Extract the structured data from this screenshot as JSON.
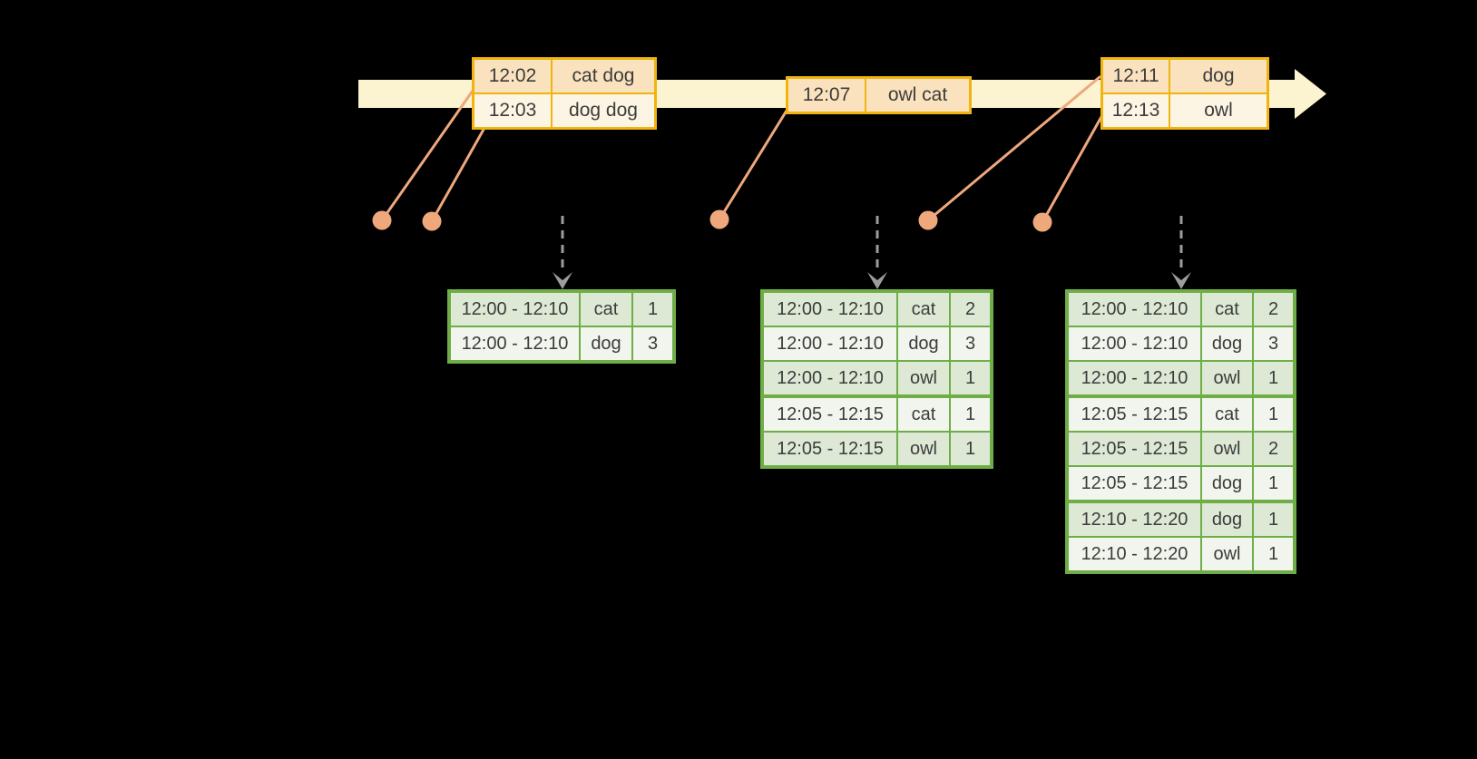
{
  "colors": {
    "background": "#000000",
    "timeline_bar": "#FCF3D0",
    "event_table_border": "#F0B410",
    "event_row_fill": "#FAE2BE",
    "event_row_alt_fill": "#FDF5E3",
    "marker_salmon": "#EFA87C",
    "trigger_arrow_gray": "#9C9C9C",
    "result_table_border": "#6FAE47",
    "result_row_fill": "#DDE8D5",
    "result_row_alt_fill": "#F1F5ED",
    "text": "#3C3C3C"
  },
  "icons": {
    "timeline_arrow": "right-arrow",
    "event_marker": "dot",
    "trigger_arrow": "dashed-down-arrow"
  },
  "event_tables": [
    {
      "rows": [
        {
          "time": "12:02",
          "words": "cat dog"
        },
        {
          "time": "12:03",
          "words": "dog dog"
        }
      ]
    },
    {
      "rows": [
        {
          "time": "12:07",
          "words": "owl cat"
        }
      ]
    },
    {
      "rows": [
        {
          "time": "12:11",
          "words": "dog"
        },
        {
          "time": "12:13",
          "words": "owl"
        }
      ]
    }
  ],
  "result_tables": [
    {
      "rows": [
        {
          "window": "12:00 - 12:10",
          "word": "cat",
          "count": "1"
        },
        {
          "window": "12:00 - 12:10",
          "word": "dog",
          "count": "3"
        }
      ]
    },
    {
      "rows": [
        {
          "window": "12:00 - 12:10",
          "word": "cat",
          "count": "2"
        },
        {
          "window": "12:00 - 12:10",
          "word": "dog",
          "count": "3"
        },
        {
          "window": "12:00 - 12:10",
          "word": "owl",
          "count": "1"
        },
        {
          "window": "12:05 - 12:15",
          "word": "cat",
          "count": "1"
        },
        {
          "window": "12:05 - 12:15",
          "word": "owl",
          "count": "1"
        }
      ]
    },
    {
      "rows": [
        {
          "window": "12:00 - 12:10",
          "word": "cat",
          "count": "2"
        },
        {
          "window": "12:00 - 12:10",
          "word": "dog",
          "count": "3"
        },
        {
          "window": "12:00 - 12:10",
          "word": "owl",
          "count": "1"
        },
        {
          "window": "12:05 - 12:15",
          "word": "cat",
          "count": "1"
        },
        {
          "window": "12:05 - 12:15",
          "word": "owl",
          "count": "2"
        },
        {
          "window": "12:05 - 12:15",
          "word": "dog",
          "count": "1"
        },
        {
          "window": "12:10 - 12:20",
          "word": "dog",
          "count": "1"
        },
        {
          "window": "12:10 - 12:20",
          "word": "owl",
          "count": "1"
        }
      ]
    }
  ]
}
